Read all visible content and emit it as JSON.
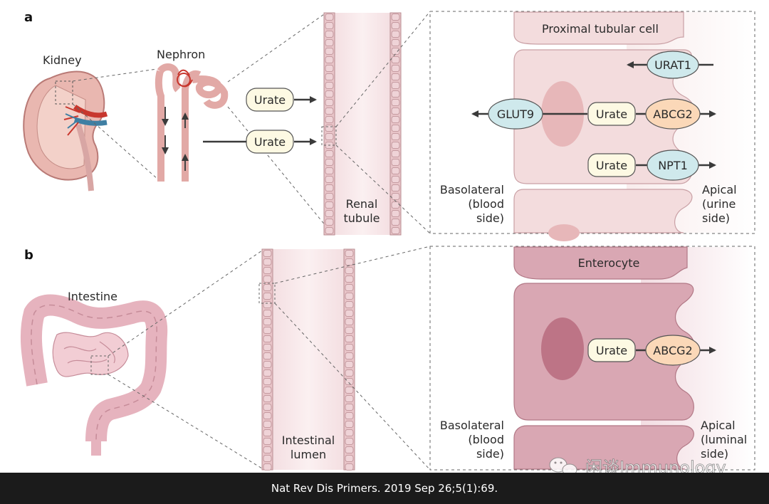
{
  "panel_a": {
    "letter": "a",
    "kidney_label": "Kidney",
    "nephron_label": "Nephron",
    "urate_1": "Urate",
    "urate_2": "Urate",
    "tubule_label_1": "Renal",
    "tubule_label_2": "tubule",
    "cell_label": "Proximal tubular cell",
    "transporters": {
      "urat1": "URAT1",
      "glut9": "GLUT9",
      "abcg2": "ABCG2",
      "npt1": "NPT1",
      "urate_abcg2": "Urate",
      "urate_npt1": "Urate"
    },
    "basolateral": [
      "Basolateral",
      "(blood",
      "side)"
    ],
    "apical": [
      "Apical",
      "(urine",
      "side)"
    ]
  },
  "panel_b": {
    "letter": "b",
    "intestine_label": "Intestine",
    "lumen_label_1": "Intestinal",
    "lumen_label_2": "lumen",
    "cell_label": "Enterocyte",
    "urate": "Urate",
    "abcg2": "ABCG2",
    "basolateral": [
      "Basolateral",
      "(blood",
      "side)"
    ],
    "apical": [
      "Apical",
      "(luminal",
      "side)"
    ]
  },
  "watermark": "闲谈Immunology",
  "caption": "Nat Rev Dis Primers. 2019 Sep 26;5(1):69.",
  "colors": {
    "cell_fill": "#f3dcdd",
    "enterocyte_fill": "#d9a7b3",
    "urate_pill": "#fdf9e3",
    "blue_pill": "#cfe9ec",
    "orange_pill": "#fbd8b8",
    "arrow": "#3a3a3a",
    "dash": "#666666"
  }
}
